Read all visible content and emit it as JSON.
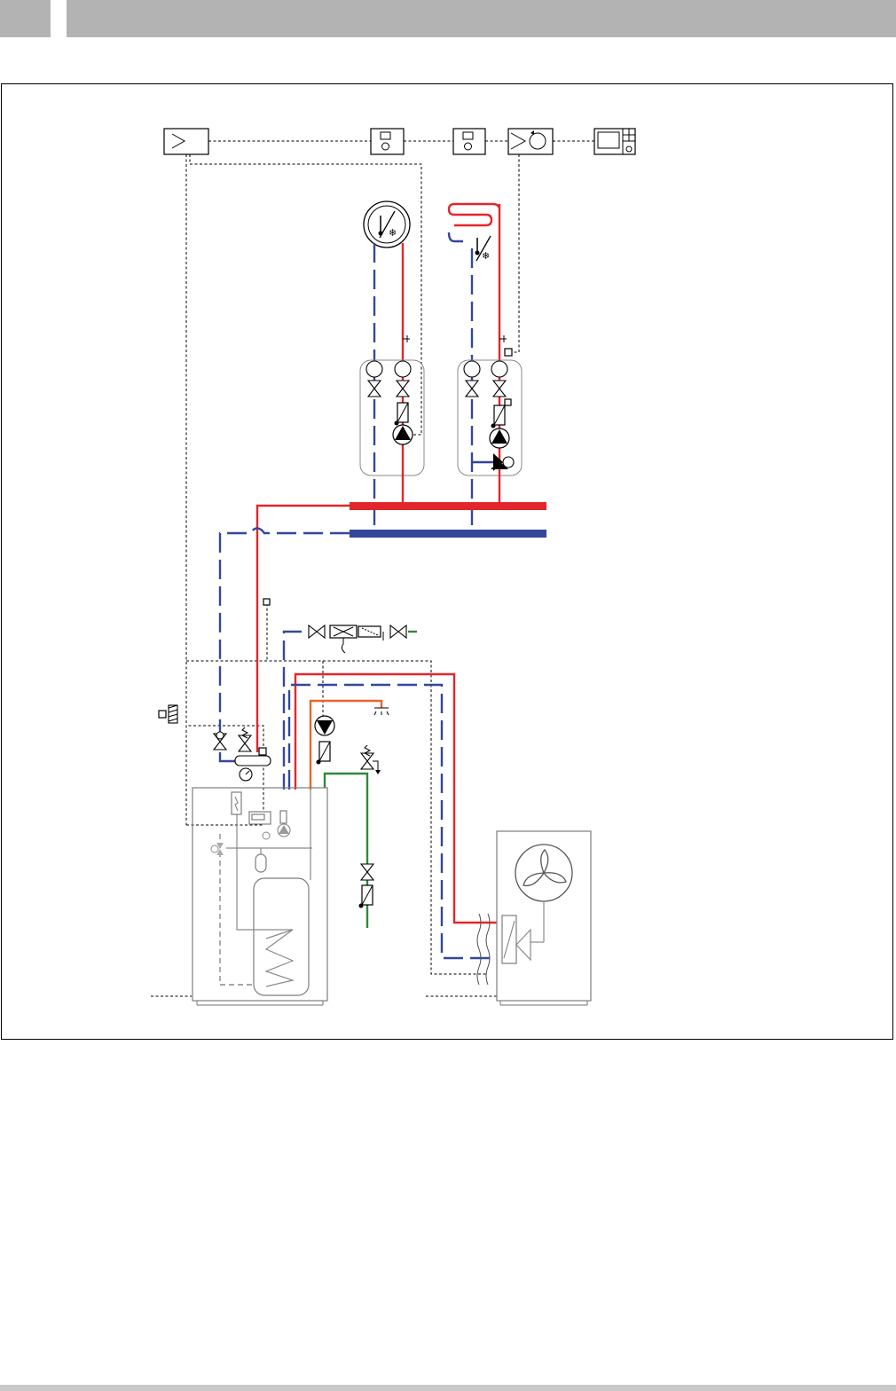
{
  "colors": {
    "header_bar": "#b3b3b3",
    "footer_bar": "#c8c8c8",
    "flow_line": "#e3262b",
    "return_line": "#34479c",
    "cold_water_line": "#2e8a3a",
    "hot_water_line": "#e8672a",
    "equipment_outline": "#8a8a8a"
  },
  "components": {
    "control_bus": [
      "system-controller-icon",
      "room-controller-1-icon",
      "room-controller-2-icon",
      "mixer-module-icon",
      "remote-display-icon"
    ],
    "heating_circuits": [
      "fan-coil-unit-icon",
      "underfloor-heating-loop-icon"
    ],
    "pump_groups": [
      "direct-circuit-pump-group",
      "mixed-circuit-pump-group"
    ],
    "indoor_unit": "indoor-unit-with-cylinder",
    "outdoor_unit": "outdoor-heat-pump-unit"
  }
}
